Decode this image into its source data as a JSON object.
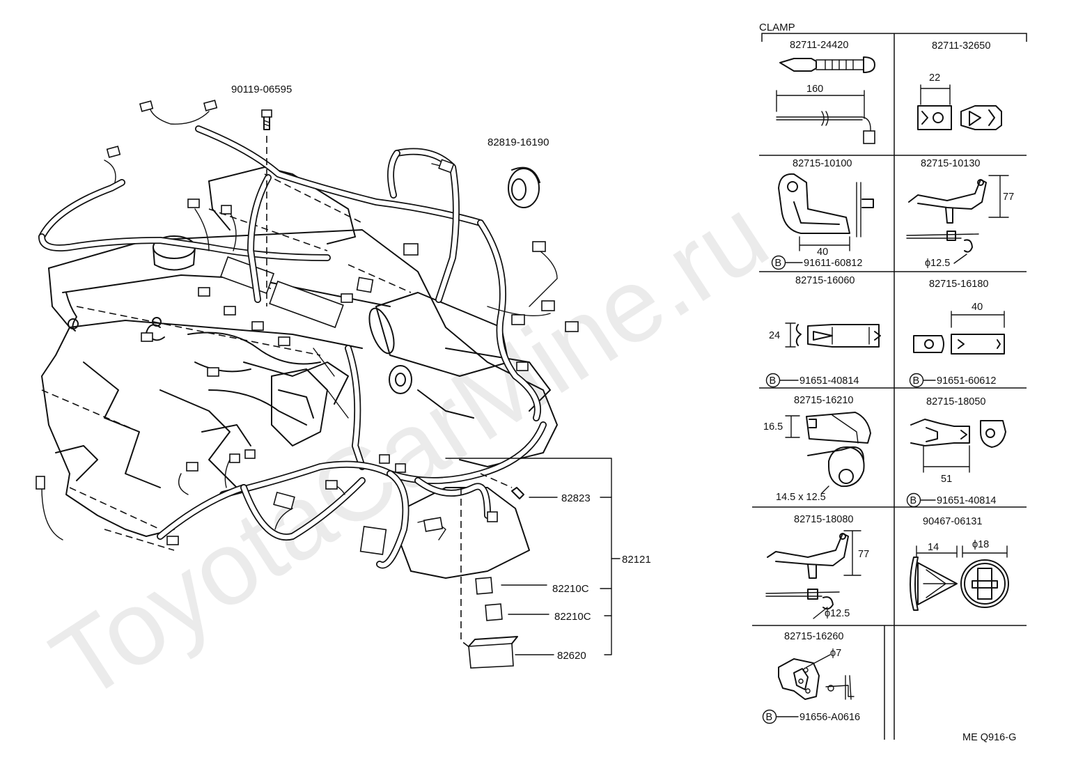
{
  "main_diagram": {
    "callouts": {
      "bolt": "90119-06595",
      "grommet": "82819-16190",
      "connector_82823": "82823",
      "harness": "82121",
      "relay_block_1": "82210C",
      "relay_block_2": "82210C",
      "relay_box": "82620"
    }
  },
  "clamp_panel": {
    "title": "CLAMP",
    "cells": [
      {
        "part": "82711-24420",
        "dims": [
          "160"
        ]
      },
      {
        "part": "82711-32650",
        "dims": [
          "22"
        ]
      },
      {
        "part": "82715-10100",
        "dims": [
          "40"
        ],
        "bolt_marker": "B",
        "bolt": "91611-60812"
      },
      {
        "part": "82715-10130",
        "dims": [
          "77",
          "ϕ12.5"
        ]
      },
      {
        "part": "82715-16060",
        "dims": [
          "24"
        ],
        "bolt_marker": "B",
        "bolt": "91651-40814"
      },
      {
        "part": "82715-16180",
        "dims": [
          "40"
        ],
        "bolt_marker": "B",
        "bolt": "91651-60612"
      },
      {
        "part": "82715-16210",
        "dims": [
          "16.5",
          "14.5 x 12.5"
        ]
      },
      {
        "part": "82715-18050",
        "dims": [
          "51"
        ],
        "bolt_marker": "B",
        "bolt": "91651-40814"
      },
      {
        "part": "82715-18080",
        "dims": [
          "77",
          "ϕ12.5"
        ]
      },
      {
        "part": "90467-06131",
        "dims": [
          "14",
          "ϕ18"
        ]
      },
      {
        "part": "82715-16260",
        "dims": [
          "ϕ7"
        ],
        "bolt_marker": "B",
        "bolt": "91656-A0616"
      }
    ],
    "figure_code": "ME Q916-G"
  },
  "watermark": "ToyotaCarMine.ru"
}
